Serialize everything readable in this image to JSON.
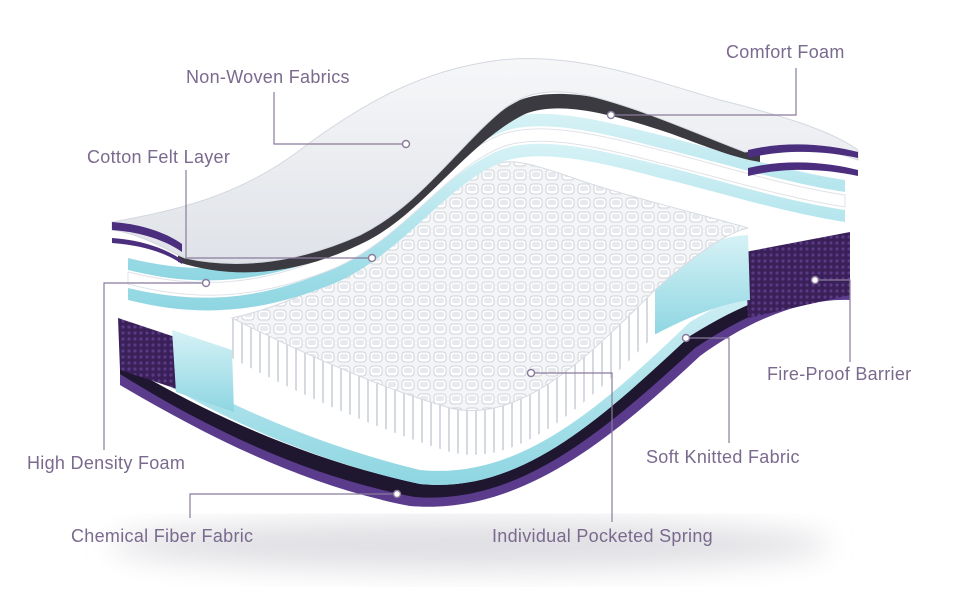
{
  "colors": {
    "label_text": "#7a6a8e",
    "leader_line": "#8a7b9c",
    "quilt_top": "#eef0f4",
    "quilt_edge_purple": "#4b2e7e",
    "foam_blue": "#bfe8ef",
    "foam_blue_dark": "#7fcfdc",
    "spring_white": "#f4f5f7",
    "barrier_purple": "#3f2360",
    "base_purple": "#5a3b8c"
  },
  "labels": {
    "comfort_foam": "Comfort Foam",
    "non_woven_fabrics": "Non-Woven Fabrics",
    "cotton_felt_layer": "Cotton Felt Layer",
    "fire_proof_barrier": "Fire-Proof Barrier",
    "high_density_foam": "High Density Foam",
    "soft_knitted_fabric": "Soft Knitted Fabric",
    "chemical_fiber_fabric": "Chemical Fiber Fabric",
    "individual_pocketed_spring": "Individual Pocketed Spring"
  }
}
